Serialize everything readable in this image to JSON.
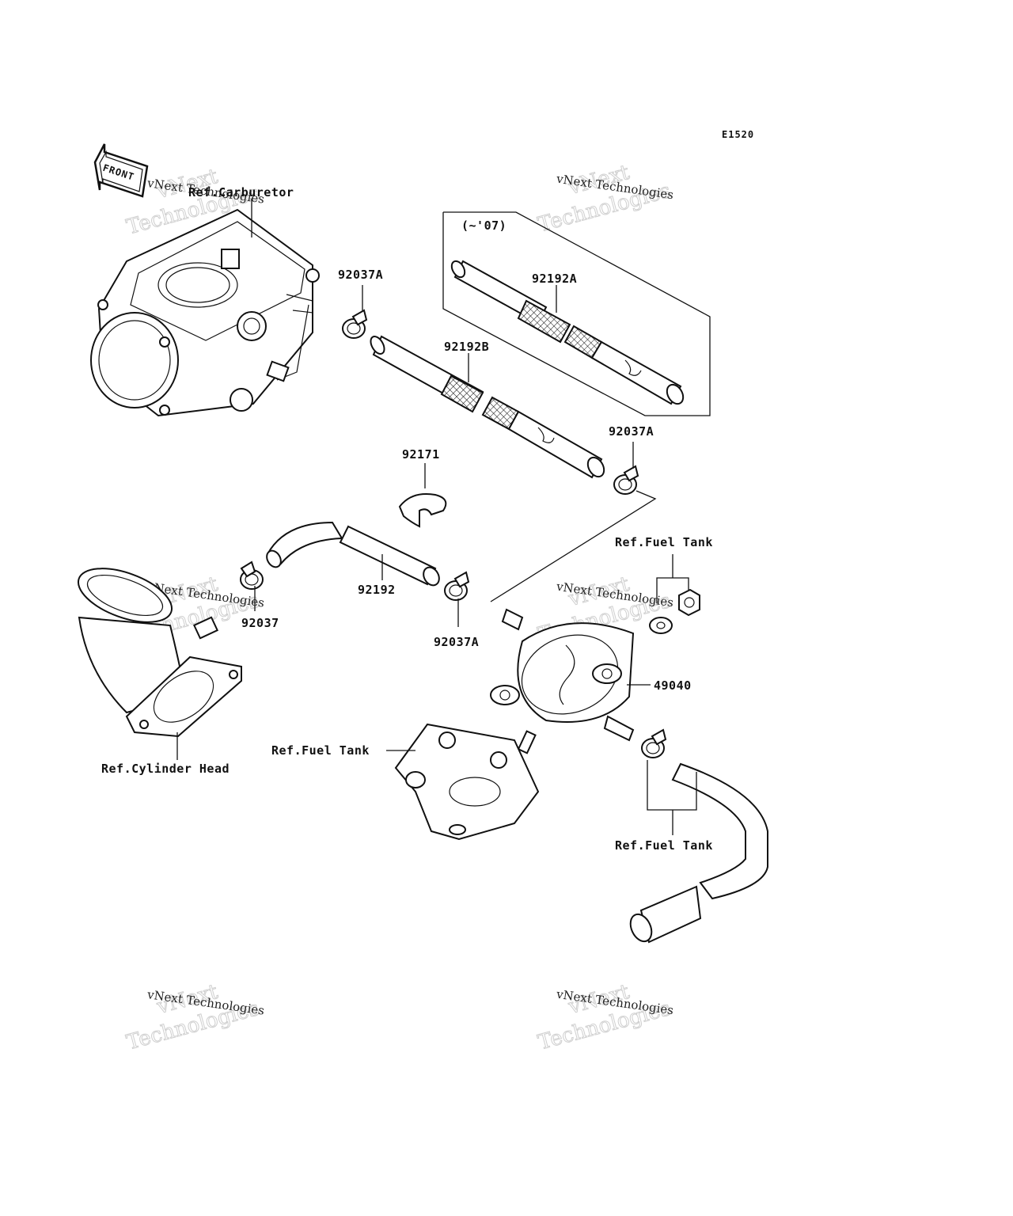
{
  "diagram": {
    "code": "E1520",
    "front_arrow_label": "FRONT",
    "labels": {
      "ref_carburetor": "Ref.Carburetor",
      "clamp_top": "92037A",
      "hose_a": "92192A",
      "year_range": "(~'07)",
      "hose_b": "92192B",
      "clamp_right": "92037A",
      "bracket": "92171",
      "hose": "92192",
      "clamp_left": "92037",
      "clamp_mid": "92037A",
      "ref_fuel_tank_top": "Ref.Fuel Tank",
      "cock": "49040",
      "ref_fuel_tank_left": "Ref.Fuel Tank",
      "ref_cylinder_head": "Ref.Cylinder Head",
      "ref_fuel_tank_bottom": "Ref.Fuel Tank"
    },
    "watermarks": {
      "small": "vNext Technologies",
      "big_line1": "vNext",
      "big_line2": "Technologies"
    }
  }
}
